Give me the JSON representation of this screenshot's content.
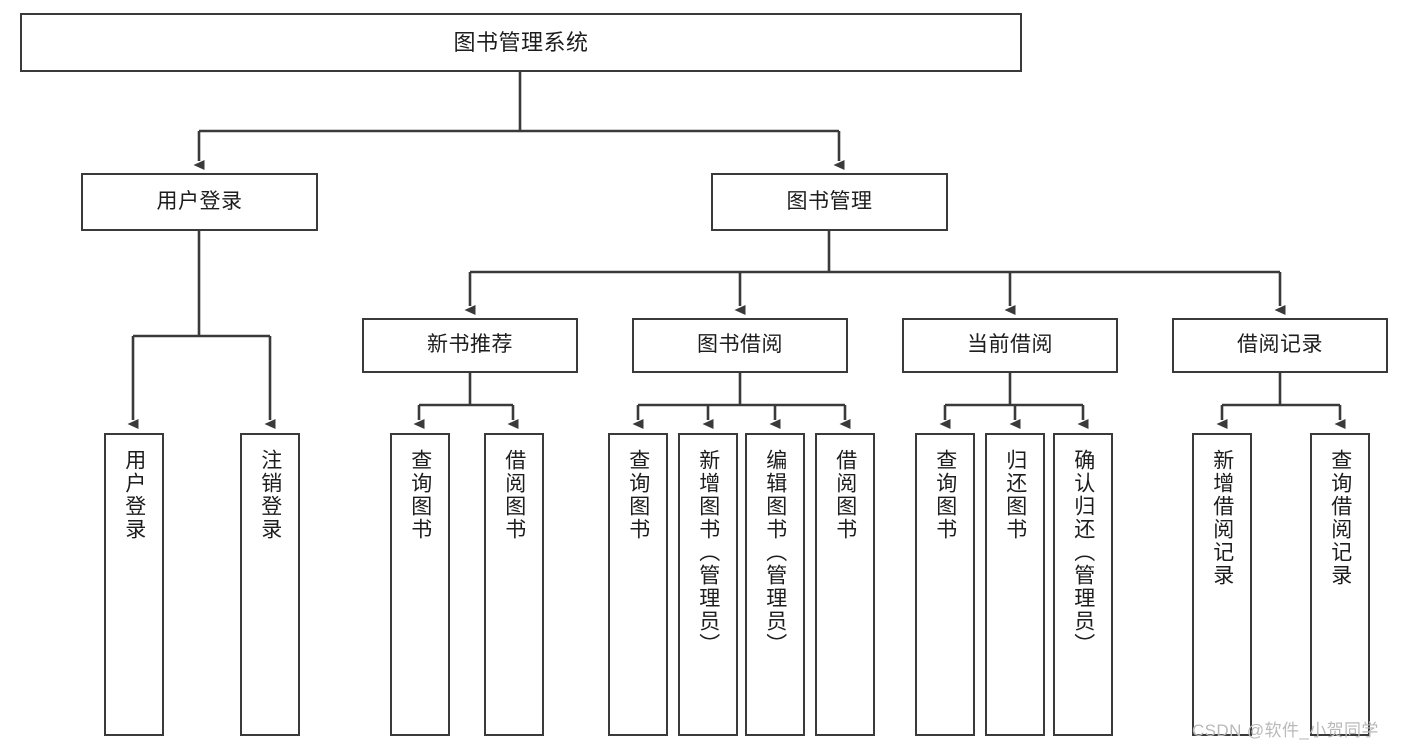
{
  "diagram": {
    "title": "图书管理系统",
    "type": "tree-hierarchy-diagram",
    "stroke_color": "#3a3a3a",
    "fill_color": "#ffffff",
    "text_color": "#1d1d1d"
  },
  "nodes": {
    "root": {
      "label": "图书管理系统"
    },
    "level1": [
      {
        "id": "user-login",
        "label": "用户登录"
      },
      {
        "id": "book-management",
        "label": "图书管理"
      }
    ],
    "level2": [
      {
        "id": "new-book-recommend",
        "label": "新书推荐"
      },
      {
        "id": "book-borrow",
        "label": "图书借阅"
      },
      {
        "id": "current-borrow",
        "label": "当前借阅"
      },
      {
        "id": "borrow-record",
        "label": "借阅记录"
      }
    ],
    "leaves": [
      {
        "id": "leaf-user-login",
        "label": "用户登录",
        "parent": "user-login"
      },
      {
        "id": "leaf-logout-login",
        "label": "注销登录",
        "parent": "user-login"
      },
      {
        "id": "leaf-query-book-1",
        "label": "查询图书",
        "parent": "new-book-recommend"
      },
      {
        "id": "leaf-borrow-book-1",
        "label": "借阅图书",
        "parent": "new-book-recommend"
      },
      {
        "id": "leaf-query-book-2",
        "label": "查询图书",
        "parent": "book-borrow"
      },
      {
        "id": "leaf-add-book",
        "label": "新增图书（管理员）",
        "parent": "book-borrow"
      },
      {
        "id": "leaf-edit-book",
        "label": "编辑图书（管理员）",
        "parent": "book-borrow"
      },
      {
        "id": "leaf-borrow-book-2",
        "label": "借阅图书",
        "parent": "book-borrow"
      },
      {
        "id": "leaf-query-book-3",
        "label": "查询图书",
        "parent": "current-borrow"
      },
      {
        "id": "leaf-return-book",
        "label": "归还图书",
        "parent": "current-borrow"
      },
      {
        "id": "leaf-confirm-return",
        "label": "确认归还（管理员）",
        "parent": "current-borrow"
      },
      {
        "id": "leaf-add-record",
        "label": "新增借阅记录",
        "parent": "borrow-record"
      },
      {
        "id": "leaf-query-record",
        "label": "查询借阅记录",
        "parent": "borrow-record"
      }
    ]
  },
  "watermark": {
    "text": "CSDN @软件_小贺同学"
  }
}
